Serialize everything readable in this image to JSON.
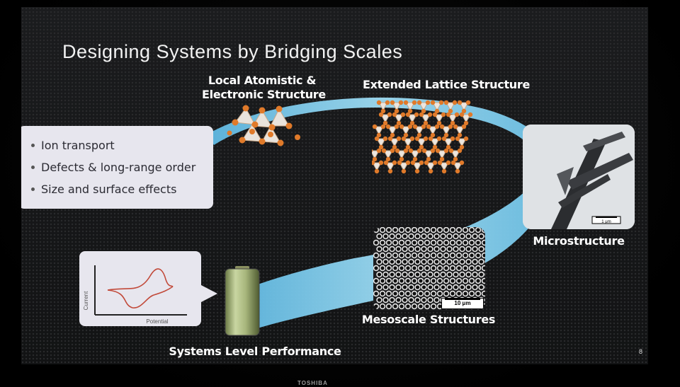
{
  "slide": {
    "title": "Designing Systems by Bridging Scales",
    "page_number": "8"
  },
  "left_box": {
    "items": [
      "Ion transport",
      "Defects & long-range order",
      "Size and surface effects"
    ]
  },
  "labels": {
    "local_line1": "Local Atomistic &",
    "local_line2": "Electronic Structure",
    "lattice": "Extended Lattice Structure",
    "micro": "Microstructure",
    "meso": "Mesoscale Structures",
    "systems": "Systems Level Performance"
  },
  "scale_bars": {
    "micro": "1 μm",
    "meso": "10 μm"
  },
  "cv_plot": {
    "xlabel": "Potential",
    "ylabel": "Current"
  },
  "monitor": {
    "brand": "TOSHIBA"
  },
  "colors": {
    "arc": "#8fd3ee",
    "atoms": "#e07a2a",
    "panel_bg": "#e7e6ee"
  }
}
